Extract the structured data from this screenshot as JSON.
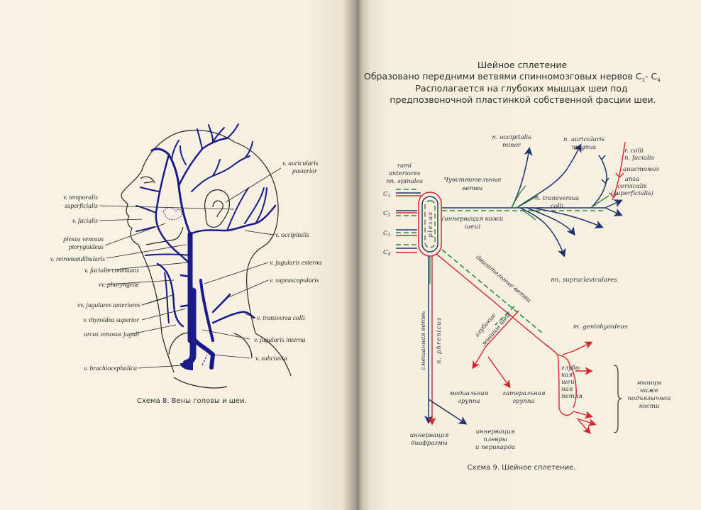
{
  "left_page": {
    "labels": {
      "auricularis_posterior": [
        "v. auricularis",
        "posterior"
      ],
      "temporalis_superficialis": [
        "v. temporalis",
        "superficialis"
      ],
      "facialis": "v. facialis",
      "plexus_pterygoideus": [
        "plexus venosus",
        "pterygoideus"
      ],
      "occipitalis": "v. occipitalis",
      "retromandibularis": "v. retromandibularis",
      "facialis_communis": "v. facialis communis",
      "jugularis_externa": "v. jugularis externa",
      "pharyngeae": "vv. pharyngeae",
      "suprascapularis": "v. suprascapularis",
      "jugulares_anteriores": "vv. jugulares anteriores",
      "thyroidea_superior": "v. thyroidea superior",
      "transversa_colli": "v. transversa colli",
      "arcus_venosus": "arcus venosus juguli",
      "jugularis_interna": "v. jugularis interna",
      "subclavia": "v. subclavia",
      "brachiocephalica": "v. brachiocephalica"
    },
    "caption": "Схема 8. Вены головы и шеи.",
    "vein_color": "#1a1a8a"
  },
  "right_page": {
    "heading": [
      "Шейное сплетение",
      "Образовано передними ветвями спинномозговых нервов С",
      "Располагается на глубоких мышцах шеи под",
      "предпозвоночной пластинкой собственной фасции шеи."
    ],
    "heading_sub": [
      "1",
      "- С",
      "4"
    ],
    "labels": {
      "rami": [
        "rami",
        "anteriores",
        "nn. spinales"
      ],
      "c1": "C",
      "c2": "C",
      "c3": "C",
      "c4": "C",
      "c_subs": [
        "1",
        "2",
        "3",
        "4"
      ],
      "plexus": "plexus",
      "sensory": [
        "Чувствительные",
        "ветви"
      ],
      "skin_innervation": [
        "(иннервация кожи",
        "шеи)"
      ],
      "occipitalis_minor": [
        "n. occipitalis",
        "minor"
      ],
      "auricularis_magnus": [
        "n. auricularis",
        "magnus"
      ],
      "transversus_colli": [
        "n. transversus",
        "colli"
      ],
      "r_colli": [
        "r. colli",
        "n. facialis"
      ],
      "anastomoz": "анастомоз",
      "ansa": [
        "ansa",
        "cervicalis",
        "(superficialis)"
      ],
      "supraclaviculares": "nn. supraclaviculares",
      "motor": "двигательные ветви",
      "deep_muscles": [
        "глубокие",
        "мышцы шеи"
      ],
      "mixed_branch": "смешанная ветвь",
      "phrenicus": "n. phrenicus",
      "geniohyoideus": "m. geniohyoideus",
      "medial": [
        "медиальная",
        "группа"
      ],
      "lateral": [
        "латеральная",
        "группа"
      ],
      "ansa_profunda": [
        "глубо-",
        "кая",
        "шей-",
        "ная",
        "петля"
      ],
      "infrahyoid": [
        "мышцы",
        "ниже",
        "подъязычной",
        "кости"
      ],
      "diaphragm": [
        "иннервация",
        "диафрагмы"
      ],
      "pleura": [
        "иннервация",
        "плевры",
        "и перикарда"
      ]
    },
    "caption": "Схема 9. Шейное сплетение.",
    "legend_colors": {
      "sensory": "#23306e",
      "motor": "#d8222c",
      "mixed": "#2b8a3e"
    }
  }
}
